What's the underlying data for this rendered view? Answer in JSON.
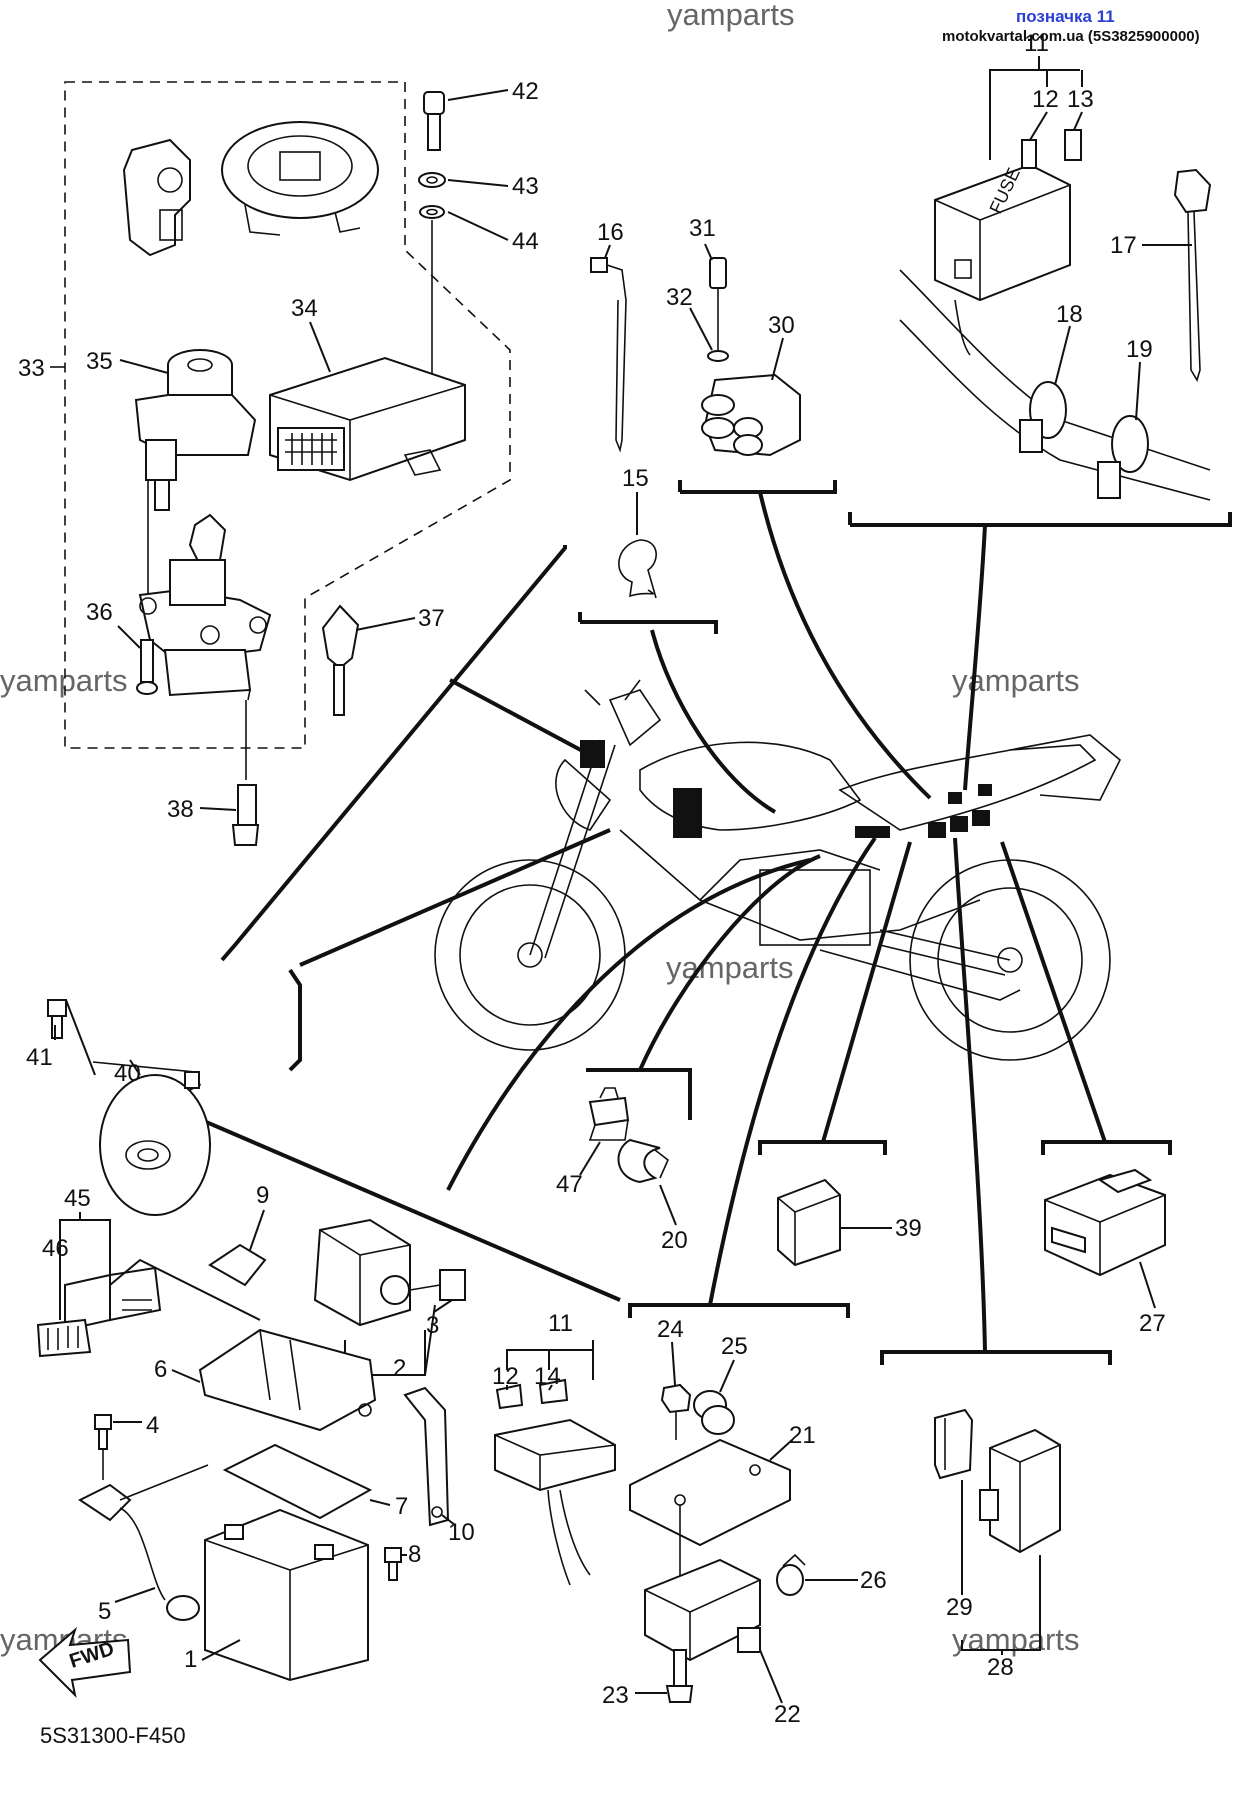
{
  "header": {
    "mark": "позначка 11",
    "source": "motokvartal.com.ua (5S3825900000)"
  },
  "watermark": "yamparts",
  "part_code": "5S31300-F450",
  "fwd_label": "FWD",
  "fuse_label": "FUSE",
  "labels": {
    "n1": "1",
    "n2": "2",
    "n3": "3",
    "n4": "4",
    "n5": "5",
    "n6": "6",
    "n7": "7",
    "n8": "8",
    "n9": "9",
    "n10": "10",
    "n11a": "11",
    "n11b": "11",
    "n12a": "12",
    "n12b": "12",
    "n13": "13",
    "n14": "14",
    "n15": "15",
    "n16": "16",
    "n17": "17",
    "n18": "18",
    "n19": "19",
    "n20": "20",
    "n21": "21",
    "n22": "22",
    "n23": "23",
    "n24": "24",
    "n25": "25",
    "n26": "26",
    "n27": "27",
    "n28": "28",
    "n29": "29",
    "n30": "30",
    "n31": "31",
    "n32": "32",
    "n33": "33",
    "n34": "34",
    "n35": "35",
    "n36": "36",
    "n37": "37",
    "n38": "38",
    "n39": "39",
    "n40": "40",
    "n41": "41",
    "n42": "42",
    "n43": "43",
    "n44": "44",
    "n45": "45",
    "n46": "46",
    "n47": "47"
  }
}
